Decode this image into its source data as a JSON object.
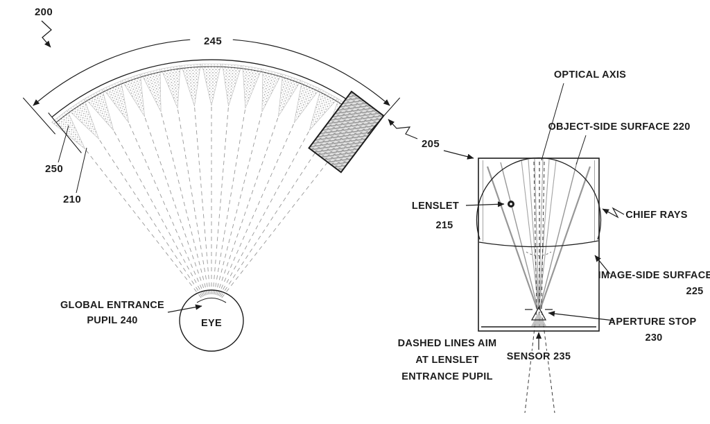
{
  "colors": {
    "ink": "#1c1c1c",
    "ray": "#979797",
    "stipple": "#a8a8a8",
    "paper": "#ffffff"
  },
  "fan": {
    "figure_ref": "200",
    "dim_arc": "245",
    "band_ref": "250",
    "lenslet_ref": "210",
    "detail_ref": "205",
    "pupil_label_1": "GLOBAL ENTRANCE",
    "pupil_label_2": "PUPIL 240",
    "eye": "EYE"
  },
  "detail": {
    "optical_axis": "OPTICAL AXIS",
    "object_surface": "OBJECT-SIDE SURFACE 220",
    "lenslet_1": "LENSLET",
    "lenslet_2": "215",
    "chief_rays": "CHIEF RAYS",
    "image_surface_1": "IMAGE-SIDE SURFACE",
    "image_surface_2": "225",
    "aperture_1": "APERTURE STOP",
    "aperture_2": "230",
    "sensor": "SENSOR 235",
    "note_1": "DASHED LINES AIM",
    "note_2": "AT LENSLET",
    "note_3": "ENTRANCE PUPIL"
  }
}
